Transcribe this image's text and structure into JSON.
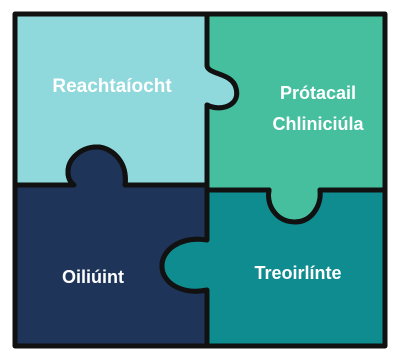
{
  "colors": {
    "top_left": "#8fd8dc",
    "top_right": "#45bf9e",
    "bottom_left": "#1e3458",
    "bottom_right": "#0f8c8f",
    "outline": "#111111",
    "label": "#ffffff"
  },
  "pieces": {
    "top_left": {
      "label": "Reachtaíocht"
    },
    "top_right": {
      "line1": "Prótacail",
      "line2": "Chliniciúla"
    },
    "bottom_left": {
      "label": "Oiliúint"
    },
    "bottom_right": {
      "label": "Treoirlínte"
    }
  }
}
